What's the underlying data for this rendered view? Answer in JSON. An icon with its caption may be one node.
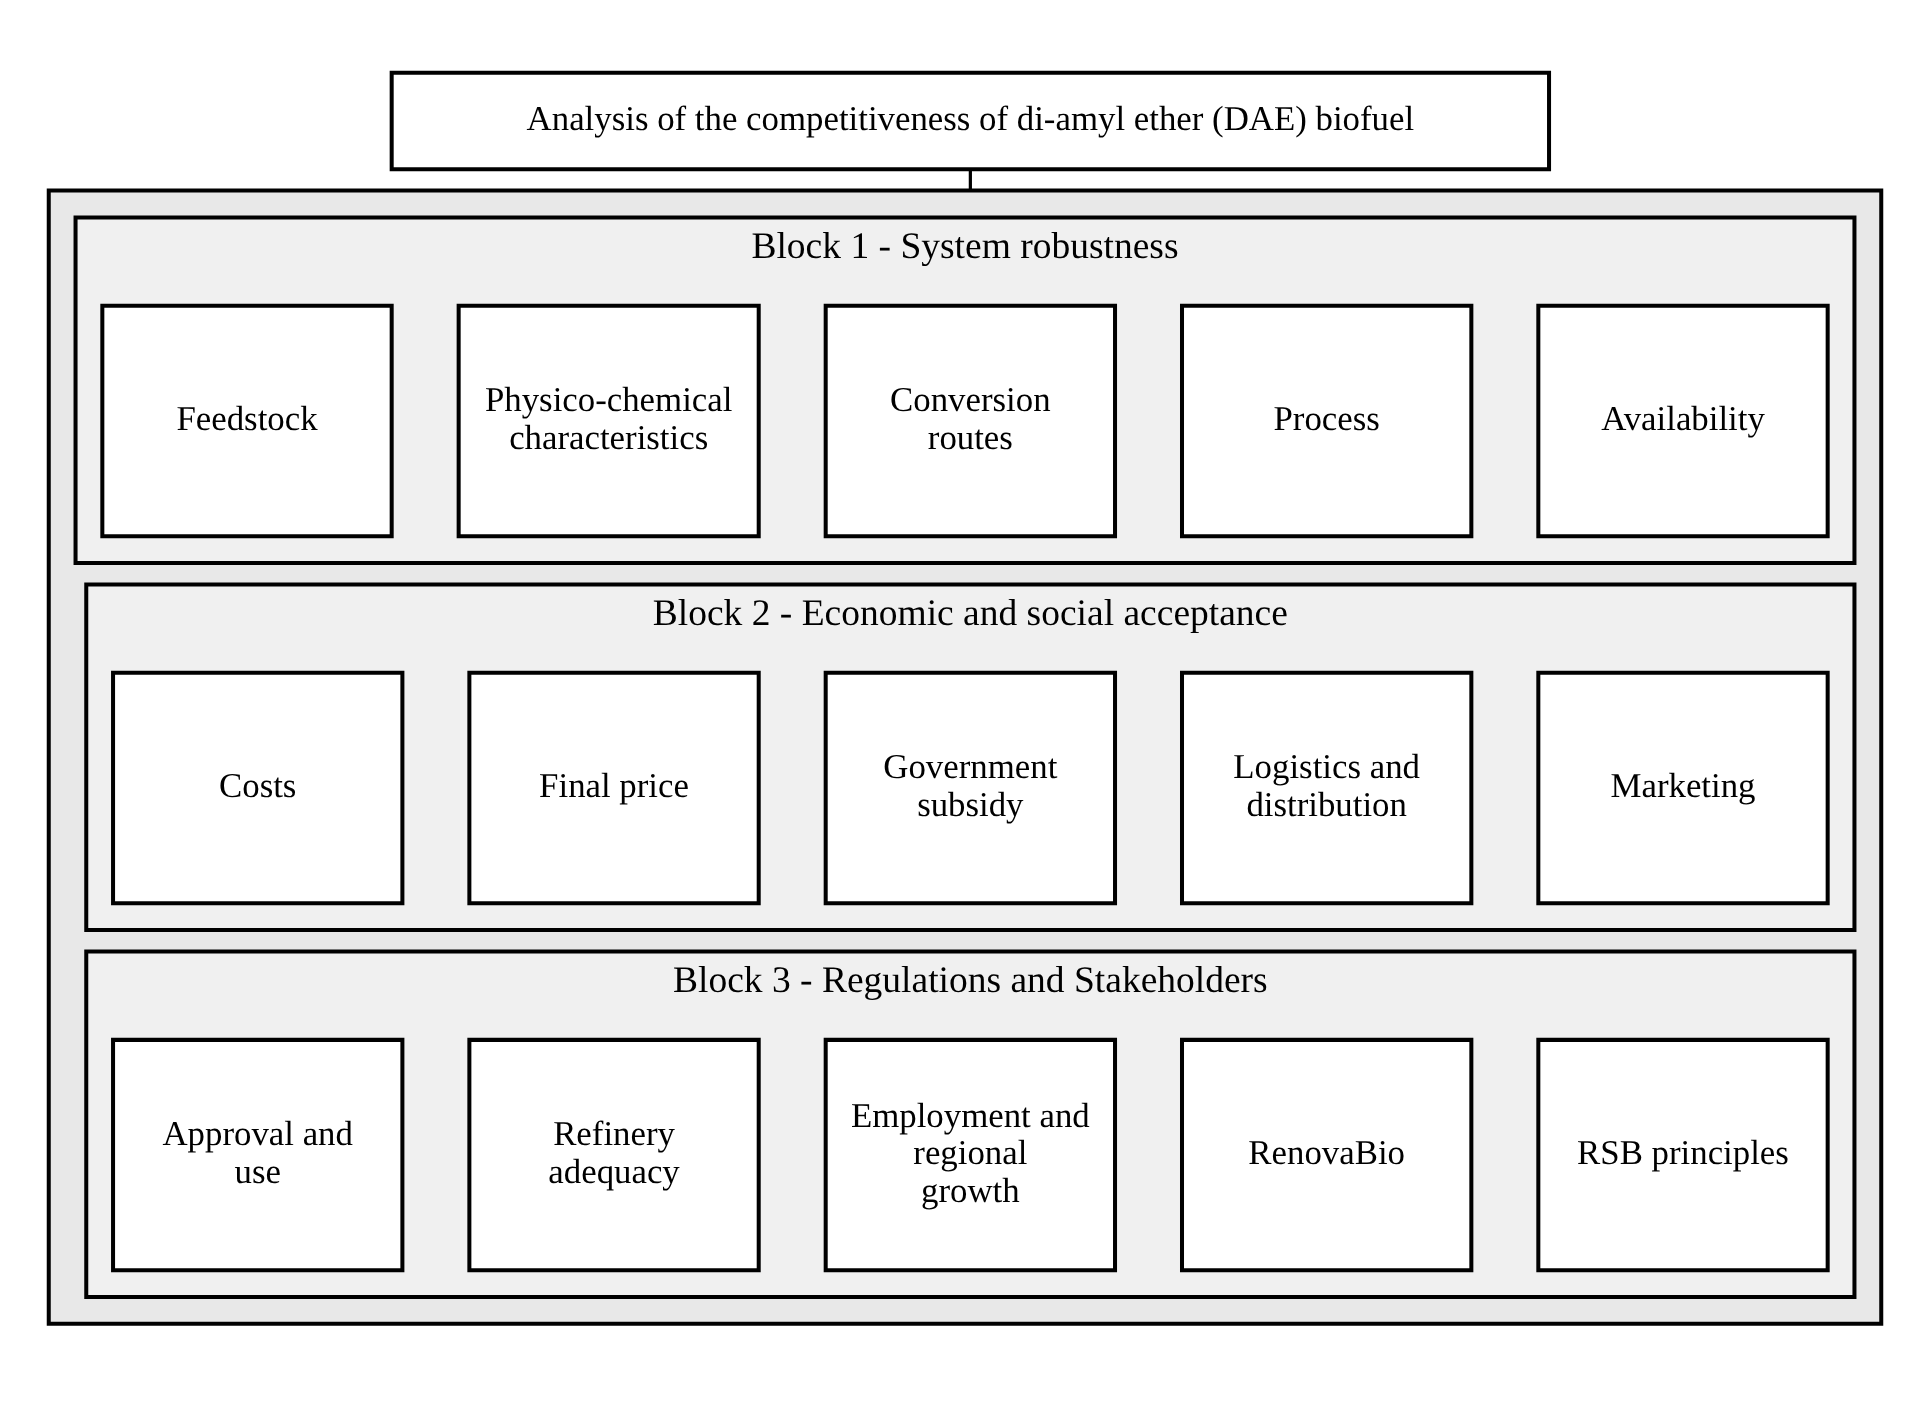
{
  "diagram": {
    "nodes": [
      {
        "text": [
          "Analysis of the competitiveness of di-amyl ether (DAE) biofuel"
        ]
      },
      {
        "text": [],
        "shape": "box"
      },
      {
        "text": [
          "Block 1 - System robustness"
        ],
        "in": 1
      },
      {
        "text": [
          "Feedstock"
        ],
        "in": 2
      },
      {
        "text": [
          "Physico-chemical characteristics"
        ],
        "in": 2
      },
      {
        "text": [
          "Conversion routes"
        ],
        "in": 2
      },
      {
        "text": [
          "Process"
        ],
        "in": 2
      },
      {
        "text": [
          "Availability"
        ],
        "in": 2
      },
      {
        "text": [
          "Block 2 - Economic and social acceptance"
        ],
        "in": 1
      },
      {
        "text": [
          "Costs"
        ],
        "in": 8
      },
      {
        "text": [
          "Final price"
        ],
        "in": 8
      },
      {
        "text": [
          "Government subsidy"
        ],
        "in": 8
      },
      {
        "text": [
          "Logistics and distribution"
        ],
        "in": 8
      },
      {
        "text": [
          "Marketing"
        ],
        "in": 8
      },
      {
        "text": [
          "Block 3 - Regulations and Stakeholders"
        ],
        "in": 1
      },
      {
        "text": [
          "Approval and use"
        ],
        "in": 14
      },
      {
        "text": [
          "Refinery adequacy"
        ],
        "in": 14
      },
      {
        "text": [
          "Employment and regional growth"
        ],
        "in": 14
      },
      {
        "text": [
          "RenovaBio"
        ],
        "in": 14
      },
      {
        "text": [
          "RSB principles"
        ],
        "in": 14
      }
    ],
    "edges": [
      {
        "from": 0,
        "to": 1,
        "arrow": "none"
      }
    ]
  }
}
